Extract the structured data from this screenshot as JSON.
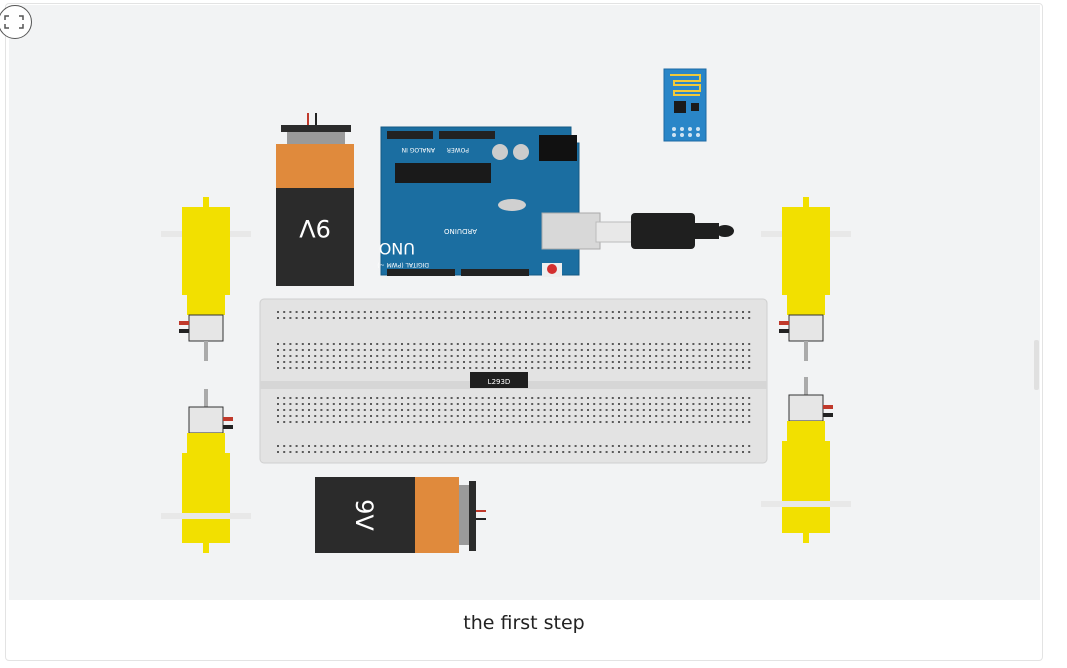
{
  "caption": "the first step",
  "battery_top": {
    "label": "9V"
  },
  "battery_bottom": {
    "label": "9V"
  },
  "chip": {
    "label": "L293D"
  },
  "arduino": {
    "brand": "ARDUINO",
    "model": "UNO",
    "power_label": "POWER",
    "analog_label": "ANALOG IN",
    "digital_label": "DIGITAL (PWM ~)"
  },
  "colors": {
    "arduino_blue": "#1b6ea1",
    "motor_yellow": "#f2e000",
    "battery_orange": "#e08a3c",
    "battery_black": "#2b2b2b",
    "esp_blue": "#2a86c8"
  }
}
